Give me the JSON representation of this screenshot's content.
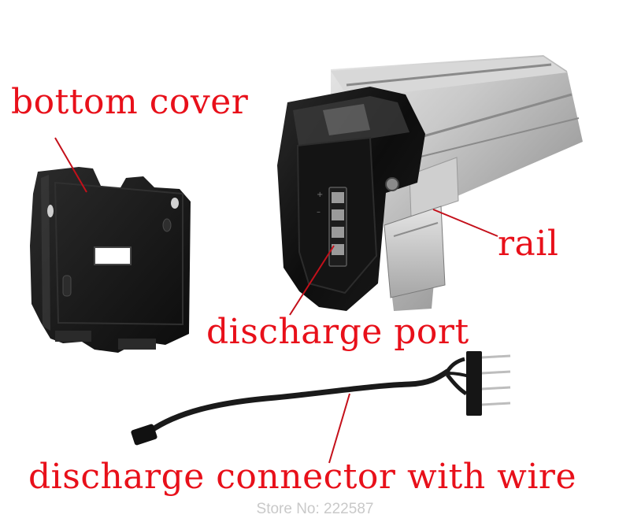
{
  "labels": {
    "bottom_cover": "bottom cover",
    "rail": "rail",
    "discharge_port": "discharge port",
    "discharge_connector": "discharge connector with wire"
  },
  "watermark": {
    "store": "Store No: 222587"
  },
  "colors": {
    "label": "#e8101a",
    "leader_line": "#c4101a",
    "battery_case": "#b8b8b8",
    "end_cap": "#111111",
    "cover_plastic": "#1a1a1a"
  }
}
